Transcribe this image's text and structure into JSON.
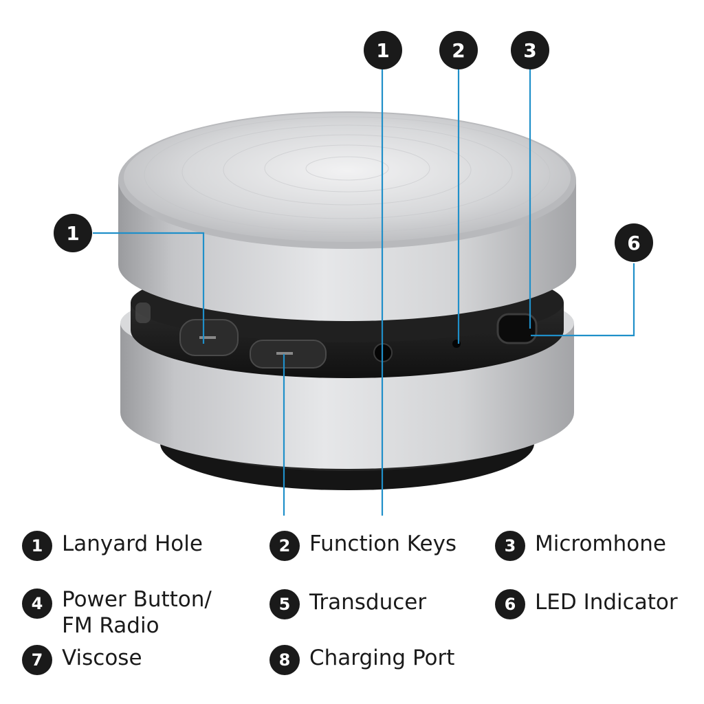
{
  "callouts": [
    {
      "number": "1"
    },
    {
      "number": "2"
    },
    {
      "number": "3"
    },
    {
      "number": "1"
    },
    {
      "number": "6"
    }
  ],
  "legend": [
    {
      "number": "1",
      "label": "Lanyard Hole"
    },
    {
      "number": "2",
      "label": "Function Keys"
    },
    {
      "number": "3",
      "label": "Micromhone"
    },
    {
      "number": "4",
      "label": "Power Button/\nFM Radio"
    },
    {
      "number": "5",
      "label": "Transducer"
    },
    {
      "number": "6",
      "label": "LED Indicator"
    },
    {
      "number": "7",
      "label": "Viscose"
    },
    {
      "number": "8",
      "label": "Charging Port"
    }
  ],
  "colors": {
    "leader_line": "#1f8fc9",
    "badge": "#1a1a1a",
    "body_metal": "#c9cacc",
    "band": "#1c1c1c"
  }
}
